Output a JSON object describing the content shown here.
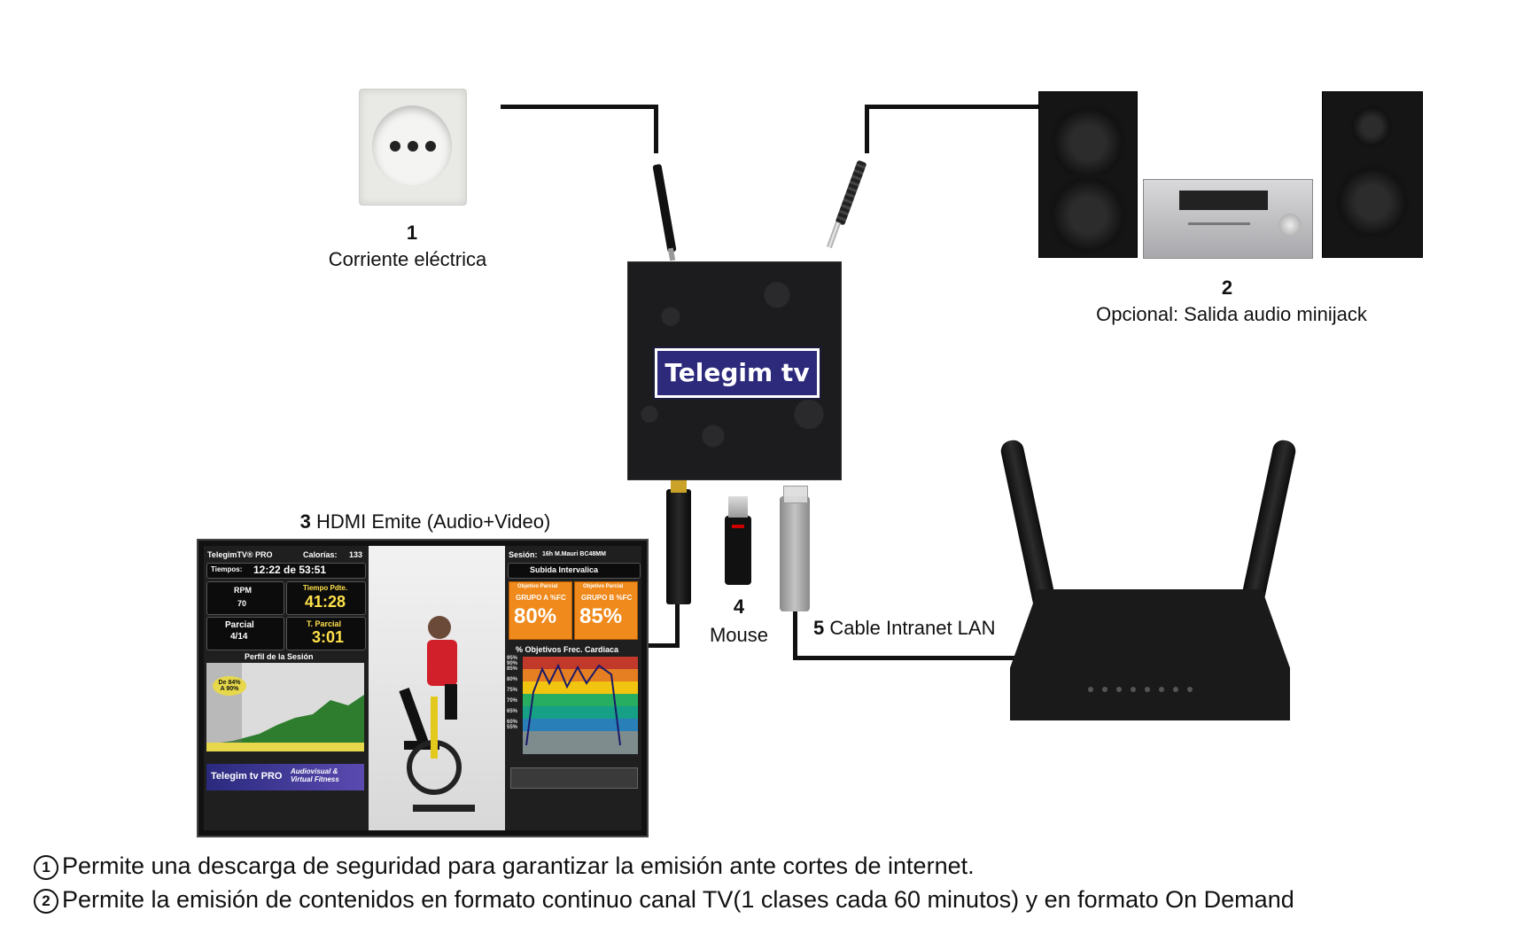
{
  "labels": {
    "item1": {
      "number": "1",
      "text": "Corriente eléctrica"
    },
    "item2": {
      "number": "2",
      "text": "Opcional: Salida audio minijack"
    },
    "item3": {
      "number": "3",
      "text": "HDMI Emite (Audio+Video)"
    },
    "item4": {
      "number": "4",
      "text": "Mouse"
    },
    "item5": {
      "number": "5",
      "text": "Cable Intranet LAN"
    }
  },
  "box_logo": "Telegim tv",
  "screen": {
    "brand": "TelegimTV® PRO",
    "calorias_label": "Calorías:",
    "calorias_value": "133",
    "tiempos_label": "Tiempos:",
    "tiempos_value": "12:22 de 53:51",
    "rpm_label": "RPM",
    "rpm_value": "70",
    "tiempo_pdte_label": "Tiempo Pdte.",
    "tiempo_pdte_value": "41:28",
    "parcial_label": "Parcial",
    "parcial_value": "4/14",
    "t_parcial_label": "T. Parcial",
    "t_parcial_value": "3:01",
    "perfil_label": "Perfil de la Sesión",
    "perfil_badge": "De 84% A 90%",
    "sesion_label": "Sesión:",
    "sesion_value": "16h M.Mauri BC48MM",
    "subida": "Subida Intervalica",
    "obj_parcial": "Objetivo Parcial",
    "grupo_a": "GRUPO A %FC",
    "grupo_a_value": "80%",
    "grupo_b": "GRUPO B %FC",
    "grupo_b_value": "85%",
    "objetivos_label": "% Objetivos Frec. Cardiaca",
    "fc_levels": [
      "95%",
      "90%",
      "85%",
      "80%",
      "75%",
      "70%",
      "65%",
      "60%",
      "55%"
    ],
    "footer_logo": "Telegim tv PRO",
    "footer_tag": "Audiovisual & Virtual Fitness"
  },
  "notes": [
    {
      "marker": "1",
      "text": "Permite una descarga de seguridad para garantizar la emisión ante cortes de internet."
    },
    {
      "marker": "2",
      "text": "Permite la emisión de contenidos en formato continuo canal TV(1 clases cada 60 minutos) y en formato On Demand"
    }
  ]
}
